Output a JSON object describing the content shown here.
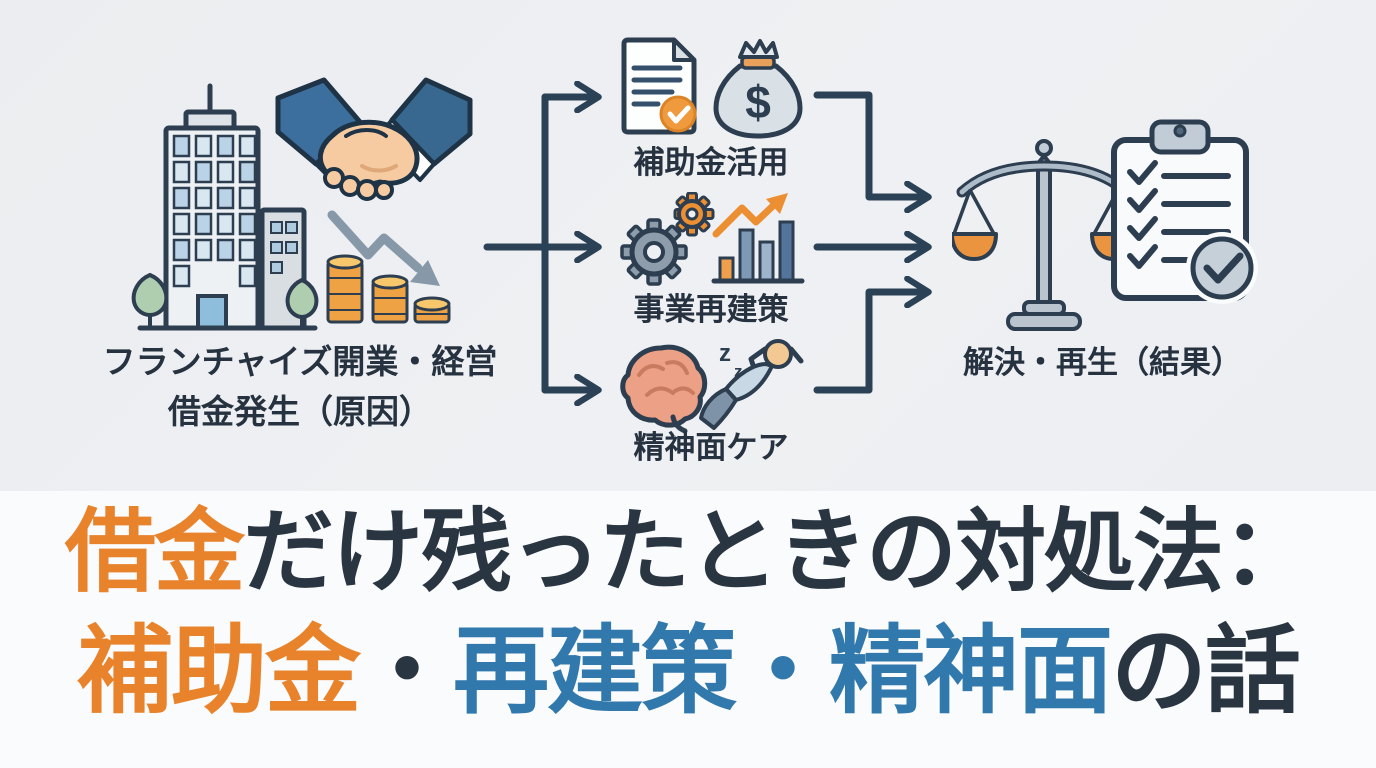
{
  "colors": {
    "accent_orange": "#E8832C",
    "accent_blue": "#3178AC",
    "text_navy": "#2A3542",
    "outline_navy": "#2C3E50",
    "top_background": "#ECEEF1",
    "bottom_background": "#FAFBFC",
    "coin_gold": "#EFA243",
    "scale_pan_orange": "#EA9440"
  },
  "flowchart": {
    "cause": {
      "label_line1": "フランチャイズ開業・経営",
      "label_line2": "借金発生（原因）"
    },
    "options": [
      {
        "label": "補助金活用"
      },
      {
        "label": "事業再建策"
      },
      {
        "label": "精神面ケア"
      }
    ],
    "result": {
      "label": "解決・再生（結果）"
    }
  },
  "icon_text": {
    "currency": "$",
    "snore_big": "z",
    "snore_small": "z"
  },
  "icons": {
    "cause": [
      "office-building-icon",
      "handshake-icon",
      "declining-coins-icon"
    ],
    "option1": [
      "document-check-icon",
      "money-bag-icon"
    ],
    "option2": [
      "gears-icon",
      "growth-chart-icon"
    ],
    "option3": [
      "brain-icon",
      "resting-person-icon"
    ],
    "result": [
      "balance-scale-icon",
      "checklist-clipboard-icon",
      "check-badge-icon"
    ],
    "connectors": [
      "split-arrows",
      "merge-arrows"
    ]
  },
  "title": {
    "line1": {
      "highlight": "借金",
      "rest": "だけ残ったときの対処法："
    },
    "line2": {
      "seg1": "補助金",
      "dot1": "・",
      "seg2": "再建策",
      "dot2": "・",
      "seg3": "精神面",
      "seg4": "の話"
    }
  }
}
